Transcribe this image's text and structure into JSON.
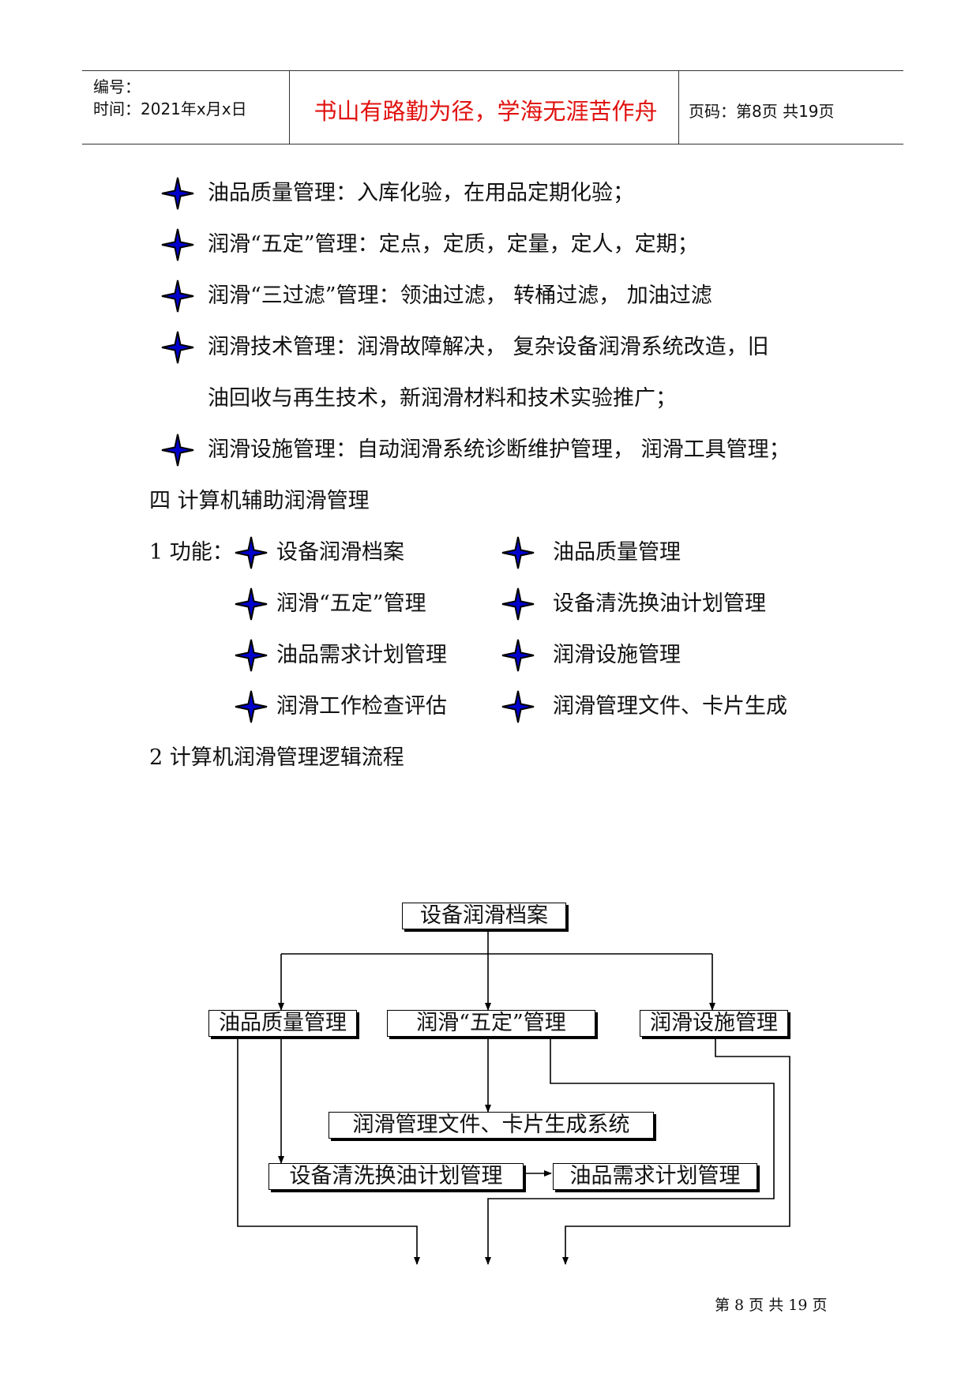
{
  "header": {
    "number_label": "编号：",
    "time_label": "时间：2021年x月x日",
    "motto": "书山有路勤为径，学海无涯苦作舟",
    "page_code": "页码：第8页  共19页"
  },
  "management_items": [
    "油品质量管理：入库化验，在用品定期化验；",
    "润滑“五定”管理：定点，定质，定量，定人，定期；",
    "润滑“三过滤”管理：领油过滤，  转桶过滤，  加油过滤",
    "润滑技术管理：润滑故障解决，  复杂设备润滑系统改造，旧",
    "润滑设施管理：自动润滑系统诊断维护管理，  润滑工具管理；"
  ],
  "management_item_continuation": "油回收与再生技术，新润滑材料和技术实验推广；",
  "section4_title": "四  计算机辅助润滑管理",
  "functions": {
    "label": "1  功能：",
    "left_items": [
      "设备润滑档案",
      "润滑“五定”管理",
      "油品需求计划管理",
      "润滑工作检查评估"
    ],
    "right_items": [
      "油品质量管理",
      "设备清洗换油计划管理",
      "润滑设施管理",
      "润滑管理文件、卡片生成"
    ]
  },
  "flow_title": "2  计算机润滑管理逻辑流程",
  "flowchart": {
    "archive": "设备润滑档案",
    "oil_quality": "油品质量管理",
    "five_fixed": "润滑“五定”管理",
    "facilities": "润滑设施管理",
    "documents": "润滑管理文件、卡片生成系统",
    "cleaning_plan": "设备清洗换油计划管理",
    "demand_plan": "油品需求计划管理"
  },
  "footer": "第 8 页 共 19 页",
  "colors": {
    "motto": "#e0120f",
    "star_fill": "#0000cc"
  }
}
